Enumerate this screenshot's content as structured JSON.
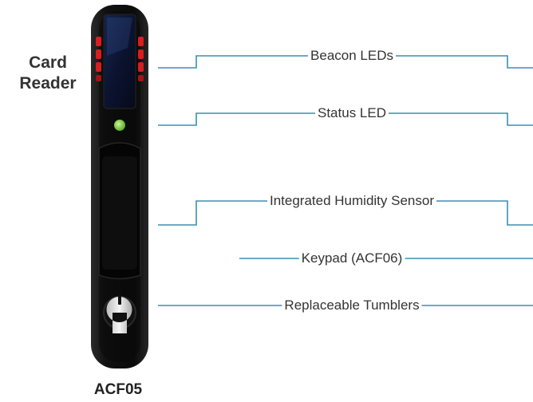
{
  "device": {
    "side_label_line1": "Card",
    "side_label_line2": "Reader",
    "model": "ACF05"
  },
  "callouts": [
    {
      "id": "beacon-leds",
      "label": "Beacon LEDs"
    },
    {
      "id": "status-led",
      "label": "Status LED"
    },
    {
      "id": "humidity-sensor",
      "label": "Integrated Humidity Sensor"
    },
    {
      "id": "keypad",
      "label": "Keypad (ACF06)"
    },
    {
      "id": "tumblers",
      "label": "Replaceable Tumblers"
    }
  ],
  "colors": {
    "callout_line": "#3a8fb0",
    "label_text": "#333333",
    "body": "#0d0d0d",
    "led_red": "#d81e1e",
    "led_green": "#7fd13b"
  }
}
